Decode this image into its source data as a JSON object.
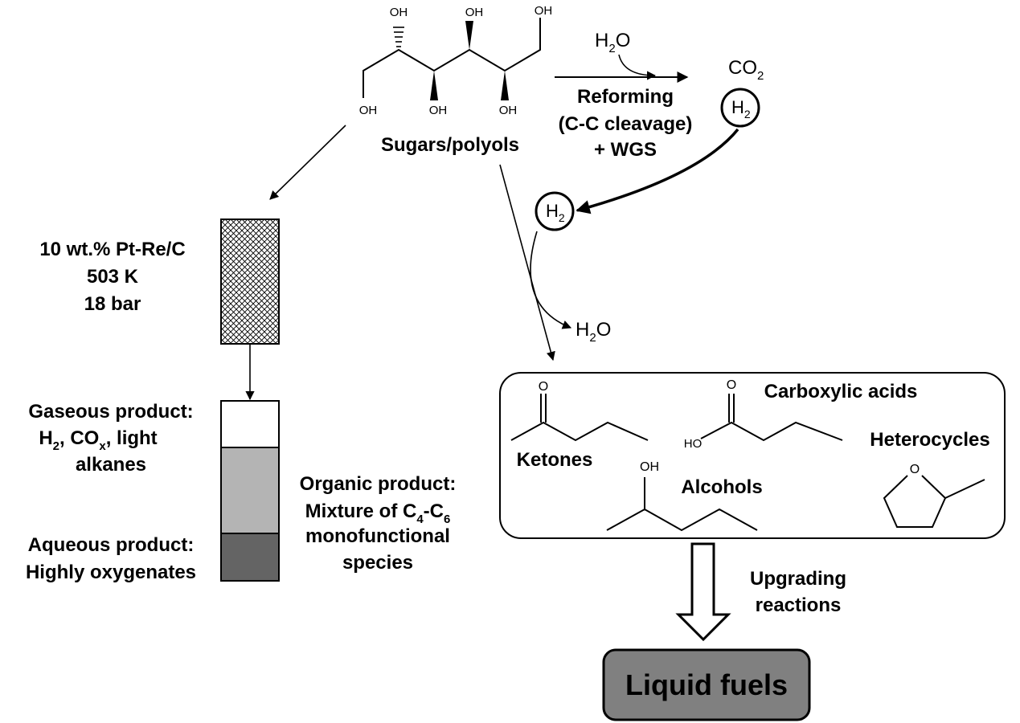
{
  "sugar_molecule": {
    "oh_labels": [
      "OH",
      "OH",
      "OH",
      "OH",
      "OH",
      "OH"
    ],
    "caption": "Sugars/polyols"
  },
  "reforming": {
    "water": {
      "main": "H",
      "sub": "2",
      "tail": "O"
    },
    "co2": {
      "main": "CO",
      "sub": "2"
    },
    "line1": "Reforming",
    "line2": "(C-C cleavage)",
    "line3": "+ WGS"
  },
  "hydrogen": {
    "main": "H",
    "sub": "2"
  },
  "water_out": {
    "main": "H",
    "sub": "2",
    "tail": "O"
  },
  "conditions": {
    "line1": "10 wt.% Pt-Re/C",
    "line2": "503 K",
    "line3": "18 bar"
  },
  "gaseous": {
    "line1": "Gaseous product:",
    "line2": {
      "pre": "H",
      "sub1": "2",
      "mid": ", CO",
      "sub2": "x",
      "post": ", light"
    },
    "line3": "alkanes"
  },
  "aqueous": {
    "line1": "Aqueous product:",
    "line2": "Highly oxygenates"
  },
  "organic": {
    "line1": "Organic product:",
    "line2": {
      "pre": "Mixture of C",
      "sub1": "4",
      "mid": "-C",
      "sub2": "6"
    },
    "line3": "monofunctional",
    "line4": "species"
  },
  "product_box": {
    "ketones": {
      "label": "Ketones",
      "atom_o": "O"
    },
    "acids": {
      "label": "Carboxylic acids",
      "atom_o": "O",
      "atom_ho": "HO"
    },
    "alcohols": {
      "label": "Alcohols",
      "atom_oh": "OH"
    },
    "heterocycles": {
      "label": "Heterocycles",
      "atom_o": "O"
    }
  },
  "upgrading": {
    "line1": "Upgrading",
    "line2": "reactions"
  },
  "liquid_fuels": "Liquid fuels",
  "colors": {
    "gas_layer": "#ffffff",
    "organic_layer": "#b4b4b4",
    "aqueous_layer": "#646464",
    "fuels_box": "#808080",
    "catalyst_hatch": "#000000"
  }
}
